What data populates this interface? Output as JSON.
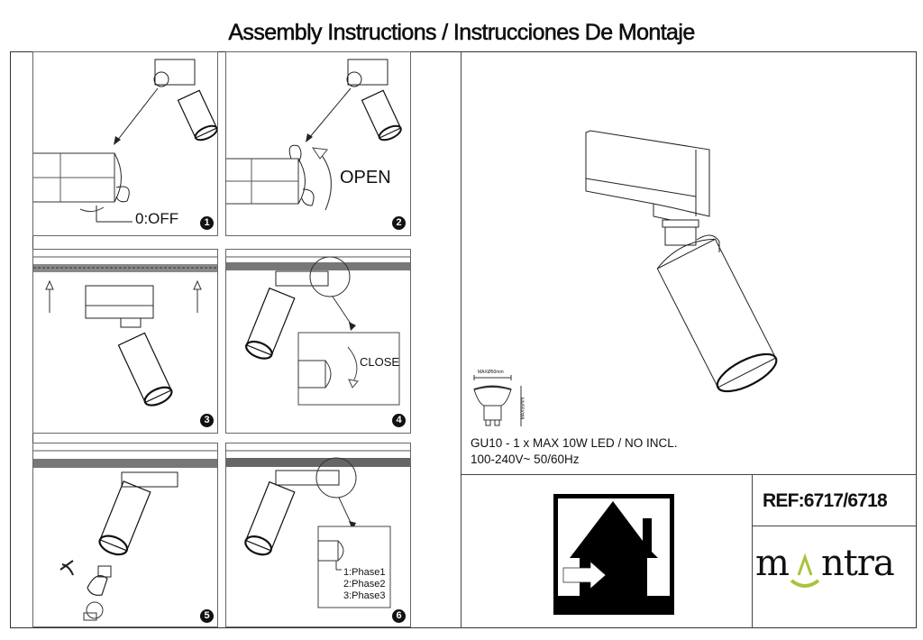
{
  "header": {
    "title": "Assembly Instructions / Instrucciones De Montaje"
  },
  "steps": [
    {
      "number": "1",
      "label": "0:OFF"
    },
    {
      "number": "2",
      "label": "OPEN"
    },
    {
      "number": "3",
      "label": ""
    },
    {
      "number": "4",
      "label": "CLOSE"
    },
    {
      "number": "5",
      "label": ""
    },
    {
      "number": "6",
      "phases": [
        "1:Phase1",
        "2:Phase2",
        "3:Phase3"
      ]
    }
  ],
  "bulb_dimensions": {
    "width": "MAXØ50mm",
    "height": "MAX55mm"
  },
  "specs": {
    "line1": "GU10 - 1 x MAX 10W LED / NO INCL.",
    "line2": "100-240V~ 50/60Hz"
  },
  "indoor_icon": "indoor-use-only-icon",
  "reference": "REF:6717/6718",
  "brand": {
    "name_left": "m",
    "name_right": "ntra",
    "accent_color": "#a8c43a"
  }
}
